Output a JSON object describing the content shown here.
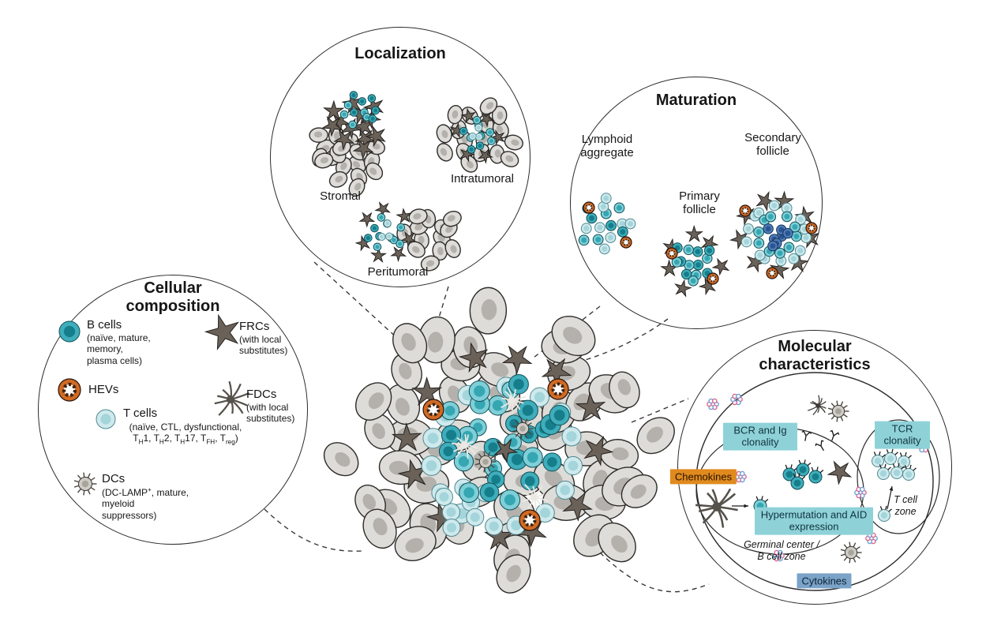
{
  "localization": {
    "title": "Localization",
    "stromal_label": "Stromal",
    "intratumoral_label": "Intratumoral",
    "peritumoral_label": "Peritumoral"
  },
  "maturation": {
    "title": "Maturation",
    "lymphoid_aggregate_label": "Lymphoid aggregate",
    "primary_follicle_label": "Primary follicle",
    "secondary_follicle_label": "Secondary follicle"
  },
  "cellular_composition": {
    "title": "Cellular composition",
    "items": [
      {
        "id": "b-cells",
        "label": "B cells",
        "detail_html": "(naïve, mature,<br>memory,<br>plasma cells)"
      },
      {
        "id": "hevs",
        "label": "HEVs",
        "detail_html": ""
      },
      {
        "id": "t-cells",
        "label": "T cells",
        "detail_html": "(naïve, CTL, dysfunctional,<br>T<sub>H</sub>1, T<sub>H</sub>2, T<sub>H</sub>17, T<sub>FH</sub>, T<sub>reg</sub>)"
      },
      {
        "id": "dcs",
        "label": "DCs",
        "detail_html": "(DC-LAMP<sup>+</sup>, mature,<br>myeloid<br>suppressors)"
      },
      {
        "id": "frcs",
        "label": "FRCs",
        "detail_html": "(with local<br>substitutes)"
      },
      {
        "id": "fdcs",
        "label": "FDCs",
        "detail_html": "(with local<br>substitutes)"
      }
    ]
  },
  "molecular": {
    "title": "Molecular characteristics",
    "boxes": {
      "bcr": "BCR and Ig clonality",
      "tcr": "TCR clonality",
      "chemokines": "Chemokines",
      "hypermutation": "Hypermutation and AID expression",
      "cytokines": "Cytokines"
    },
    "zones": {
      "t_cell_zone": "T cell zone",
      "germinal_center_html": "Germinal center /<br>B cell zone"
    }
  },
  "colors": {
    "b_cell": "#7fcfd8",
    "b_nucleus": "#35a6b2",
    "b_cell_dark": "#3fadbb",
    "b_nucleus_dark": "#167d8a",
    "t_cell": "#cfe9ec",
    "t_nucleus": "#a3d5db",
    "gc_cell": "#4f7cb7",
    "gc_nucleus": "#2a5591",
    "hev_orange": "#d06a24",
    "tumor_cell": "#dedcd8",
    "tumor_nucleus": "#b4b1ac",
    "frc_dark": "#6a6159",
    "dc_gray": "#cfccc6",
    "box_teal": "#8ed2d8",
    "box_orange": "#e08a1e",
    "box_blue": "#7ba3c8",
    "pink": "#d9688c",
    "blue": "#6f9fd8"
  }
}
